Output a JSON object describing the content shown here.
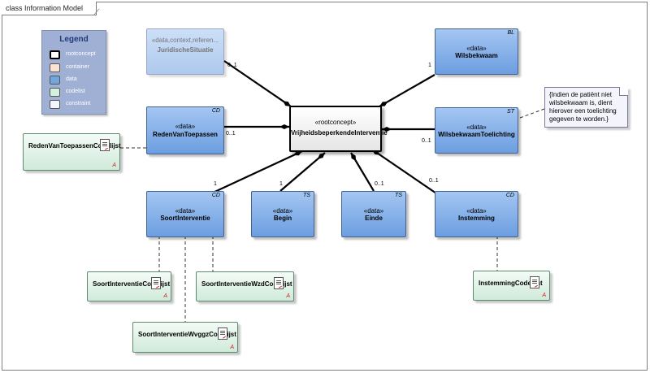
{
  "diagram": {
    "frame_label": "class Information Model"
  },
  "legend": {
    "title": "Legend",
    "items": [
      {
        "label": "rootconcept",
        "color": "#ffffff"
      },
      {
        "label": "container",
        "color": "#fbe3d1"
      },
      {
        "label": "data",
        "color": "#6fa8dc"
      },
      {
        "label": "codelist",
        "color": "#d4f0de"
      },
      {
        "label": "constraint",
        "color": "#f4f4ff"
      }
    ]
  },
  "root": {
    "stereotype": "«rootconcept»",
    "name": "VrijheidsbeperkendeInterventie"
  },
  "classes": {
    "juridische": {
      "stereotype": "«data,context,referen...",
      "name": "JuridischeSituatie",
      "tag": ""
    },
    "wilsbekwaam": {
      "stereotype": "«data»",
      "name": "Wilsbekwaam",
      "tag": "BL"
    },
    "reden": {
      "stereotype": "«data»",
      "name": "RedenVanToepassen",
      "tag": "CD"
    },
    "toelichting": {
      "stereotype": "«data»",
      "name": "WilsbekwaamToelichting",
      "tag": "ST"
    },
    "soort": {
      "stereotype": "«data»",
      "name": "SoortInterventie",
      "tag": "CD"
    },
    "begin": {
      "stereotype": "«data»",
      "name": "Begin",
      "tag": "TS"
    },
    "einde": {
      "stereotype": "«data»",
      "name": "Einde",
      "tag": "TS"
    },
    "instemming": {
      "stereotype": "«data»",
      "name": "Instemming",
      "tag": "CD"
    }
  },
  "codelists": {
    "reden": {
      "name": "RedenVanToepassenCodelijst",
      "mark": "A"
    },
    "soort": {
      "name": "SoortInterventieCodelijst",
      "mark": "A"
    },
    "wzd": {
      "name": "SoortInterventieWzdCodelijst",
      "mark": "A"
    },
    "wvggz": {
      "name": "SoortInterventieWvggzCodelijst",
      "mark": "A"
    },
    "instemming": {
      "name": "InstemmingCodelijst",
      "mark": "A"
    }
  },
  "note": {
    "text": "{Indien de patiënt niet wilsbekwaam is, dient hierover een toelichting gegeven te worden.}"
  },
  "multiplicities": {
    "juridische": "0..1",
    "wilsbekwaam": "1",
    "reden": "0..1",
    "toelichting": "0..1",
    "soort": "1",
    "begin": "1",
    "einde": "0..1",
    "instemming": "0..1"
  }
}
